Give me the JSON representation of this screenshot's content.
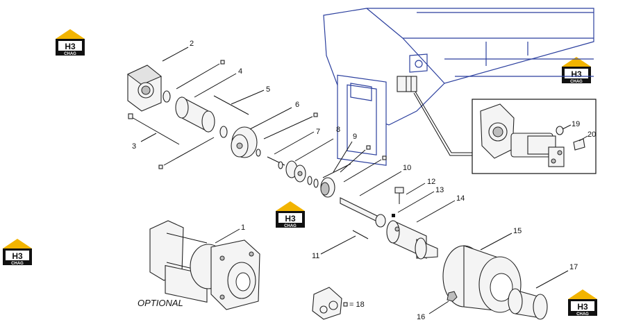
{
  "brand": {
    "logo_top": "H3",
    "logo_bottom": "CHAG",
    "colors": {
      "logo_roof": "#f2b400",
      "logo_body": "#111111",
      "frame": "#2b3f9e"
    }
  },
  "diagram": {
    "optional_label": "OPTIONAL",
    "kit_legend": "= 18",
    "callouts": [
      "1",
      "2",
      "3",
      "4",
      "5",
      "6",
      "7",
      "8",
      "9",
      "10",
      "11",
      "12",
      "13",
      "14",
      "15",
      "16",
      "17",
      "19",
      "20"
    ]
  }
}
